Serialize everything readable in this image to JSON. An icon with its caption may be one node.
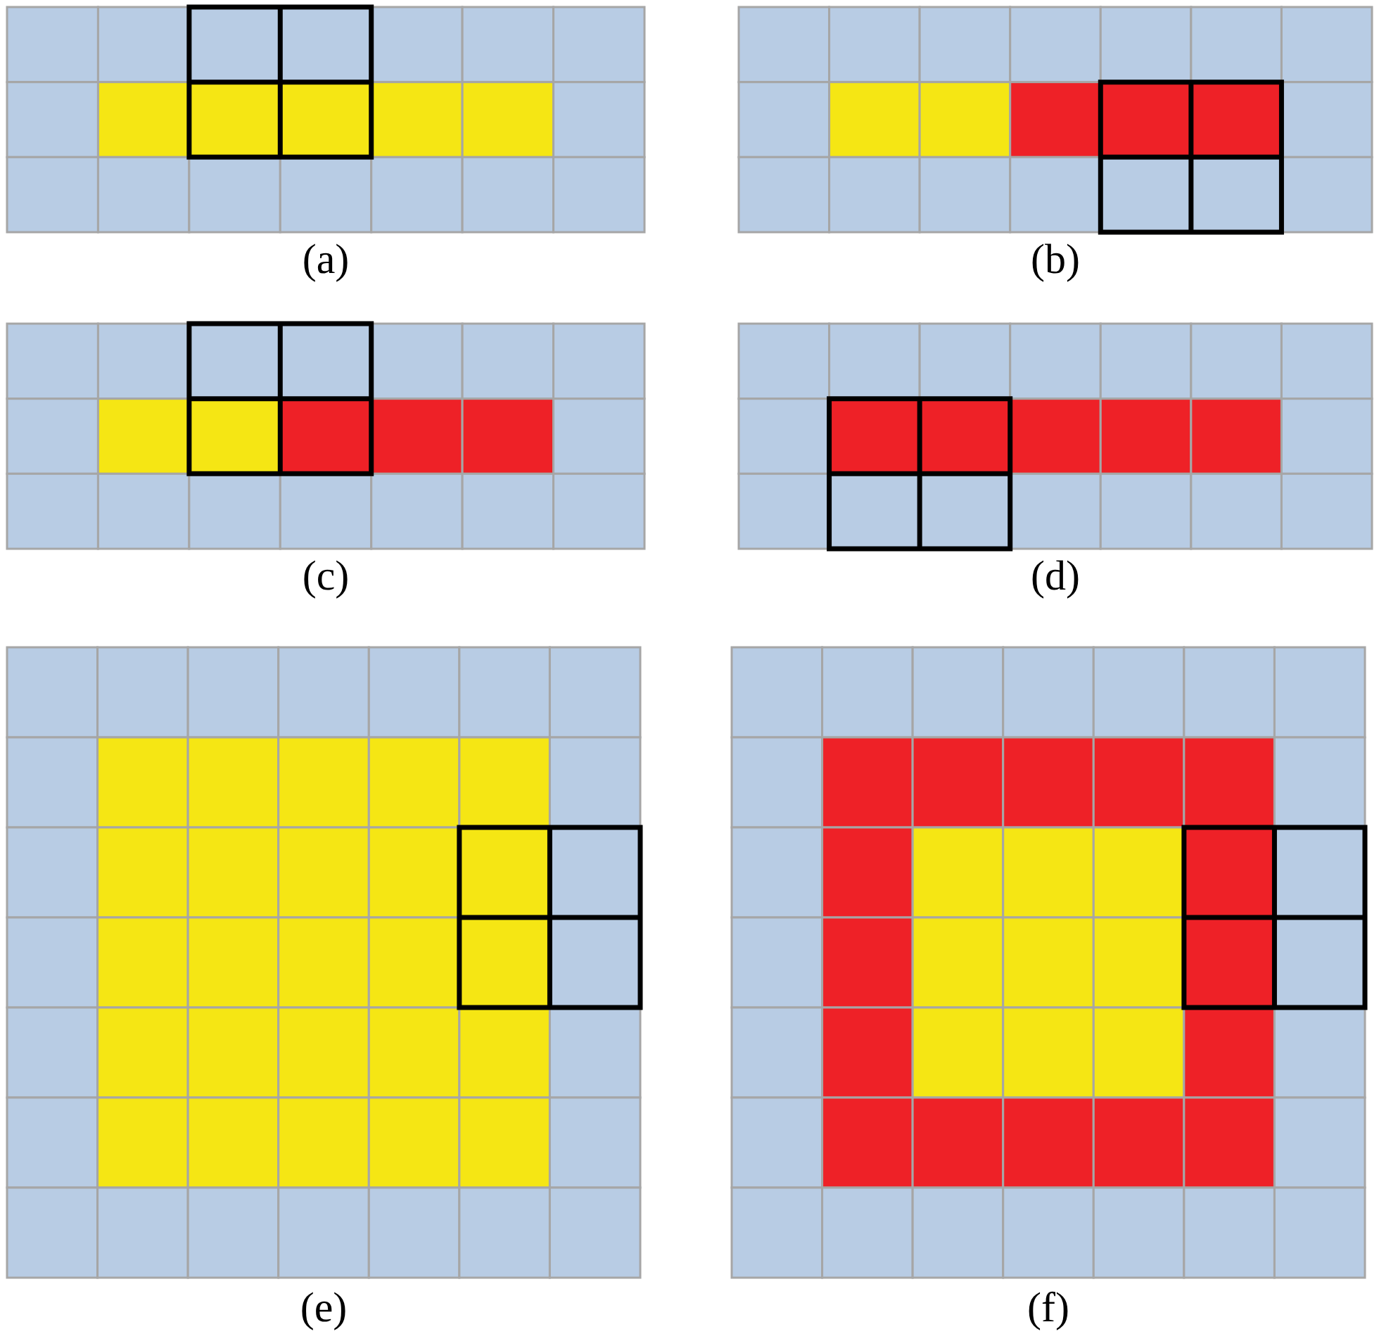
{
  "diagram": {
    "labels": [
      "(a)",
      "(b)",
      "(c)",
      "(d)",
      "(e)",
      "(f)"
    ]
  }
}
